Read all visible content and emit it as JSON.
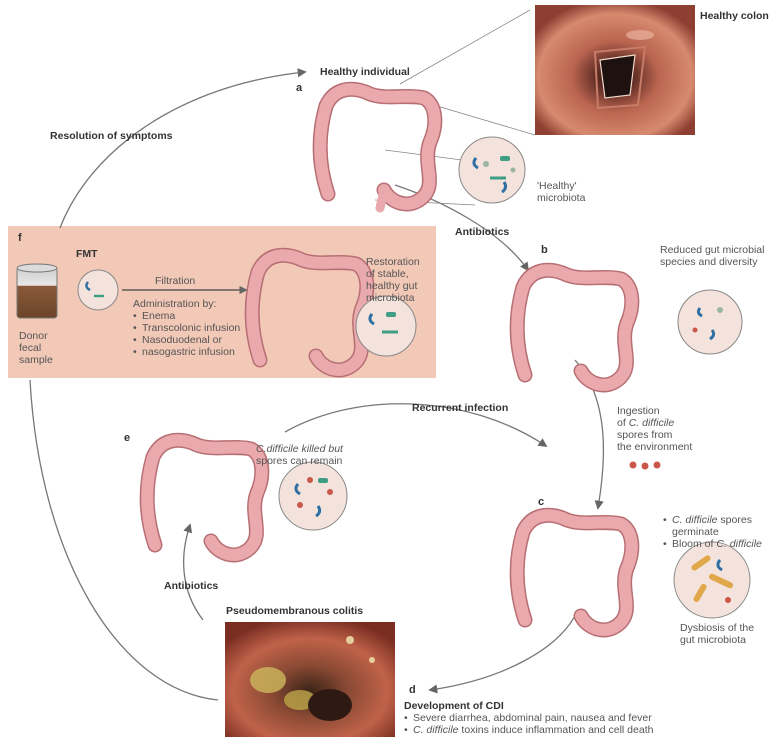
{
  "labels": {
    "healthy_individual": "Healthy individual",
    "healthy_colon": "Healthy colon",
    "resolution": "Resolution of symptoms",
    "healthy_microbiota_1": "'Healthy'",
    "healthy_microbiota_2": "microbiota",
    "antibiotics_top": "Antibiotics",
    "reduced_1": "Reduced gut microbial",
    "reduced_2": "species and diversity",
    "ingestion_1": "Ingestion",
    "ingestion_2": "of ",
    "ingestion_2_it": "C. difficile",
    "ingestion_3": "spores from",
    "ingestion_4": "the environment",
    "recurrent": "Recurrent infection",
    "killed_1": "C.difficile killed but",
    "killed_2": "spores can remain",
    "germinate_1_it": "C. difficile",
    "germinate_1": " spores",
    "germinate_2": "germinate",
    "bloom_1": "Bloom of ",
    "bloom_1_it": "C. difficile",
    "dysbiosis_1": "Dysbiosis of the",
    "dysbiosis_2": "gut microbiota",
    "antibiotics_left": "Antibiotics",
    "pseudo": "Pseudomembranous colitis",
    "development": "Development of CDI",
    "cdi_1": "Severe diarrhea, abdominal pain, nausea and fever",
    "cdi_2_it": "C. difficile",
    "cdi_2": " toxins induce inflammation and cell death"
  },
  "panels": {
    "a": "a",
    "b": "b",
    "c": "c",
    "d": "d",
    "e": "e",
    "f": "f"
  },
  "fmt": {
    "title": "FMT",
    "filtration": "Filtration",
    "admin_by": "Administration by:",
    "methods": [
      "Enema",
      "Transcolonic infusion",
      "Nasoduodenal or",
      "nasogastric infusion"
    ],
    "donor_1": "Donor",
    "donor_2": "fecal",
    "donor_3": "sample",
    "restoration_1": "Restoration",
    "restoration_2": "of stable,",
    "restoration_3": "healthy gut",
    "restoration_4": "microbiota"
  },
  "colors": {
    "colon": "#e9a9ad",
    "colon_stroke": "#b86f74",
    "fmt_box": "#f2c8b7",
    "circle": "#f3e3dc",
    "bacteria_blue": "#2f6fa3",
    "bacteria_teal": "#3f9e84",
    "spore": "#c9574a",
    "cdiff": "#e0a84a",
    "arrow": "#666666"
  }
}
